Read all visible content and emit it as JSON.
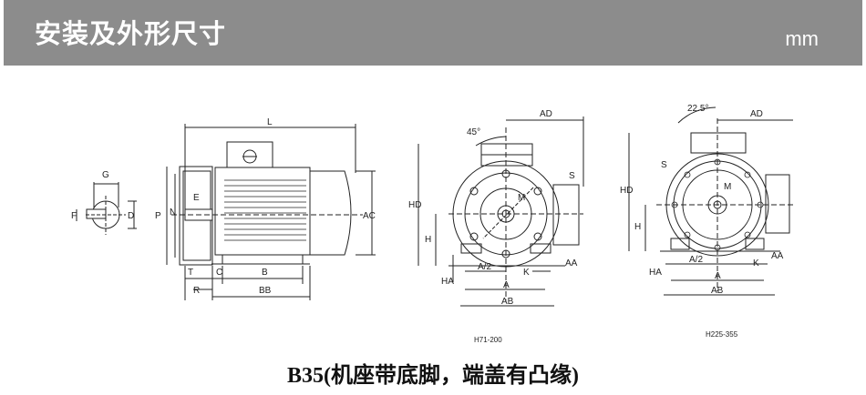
{
  "header": {
    "title": "安装及外形尺寸",
    "unit": "mm"
  },
  "side_view": {
    "labels": {
      "L": "L",
      "G": "G",
      "F": "F",
      "D": "D",
      "E": "E",
      "N": "N",
      "P": "P",
      "AC": "AC",
      "T": "T",
      "C": "C",
      "B": "B",
      "R": "R",
      "BB": "BB"
    }
  },
  "front_view_small": {
    "labels": {
      "angle": "45°",
      "AD": "AD",
      "HD": "HD",
      "S": "S",
      "M": "M",
      "H": "H",
      "HA": "HA",
      "A_half": "A/2",
      "A": "A",
      "K": "K",
      "AA": "AA",
      "AB": "AB"
    },
    "range": "H71-200"
  },
  "front_view_large": {
    "labels": {
      "angle": "22.5°",
      "AD": "AD",
      "HD": "HD",
      "S": "S",
      "M": "M",
      "H": "H",
      "HA": "HA",
      "A_half": "A/2",
      "A": "A",
      "K": "K",
      "AA": "AA",
      "AB": "AB"
    },
    "range": "H225-355"
  },
  "caption": "B35(机座带底脚，端盖有凸缘)"
}
